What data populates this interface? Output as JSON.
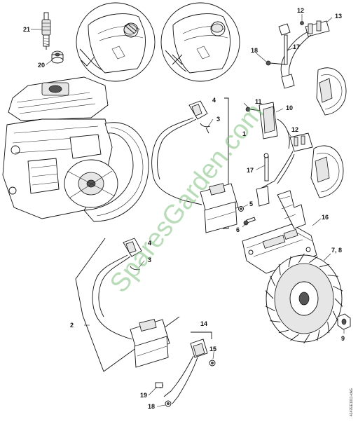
{
  "callouts": [
    "21",
    "20",
    "12",
    "13",
    "18",
    "17",
    "11",
    "10",
    "4",
    "3",
    "1",
    "12",
    "17",
    "5",
    "6",
    "16",
    "7, 8",
    "9",
    "4",
    "3",
    "2",
    "14",
    "15",
    "19",
    "18"
  ],
  "watermark": "SparesGarden.com",
  "figure_code": "4147EE1011-kAG"
}
